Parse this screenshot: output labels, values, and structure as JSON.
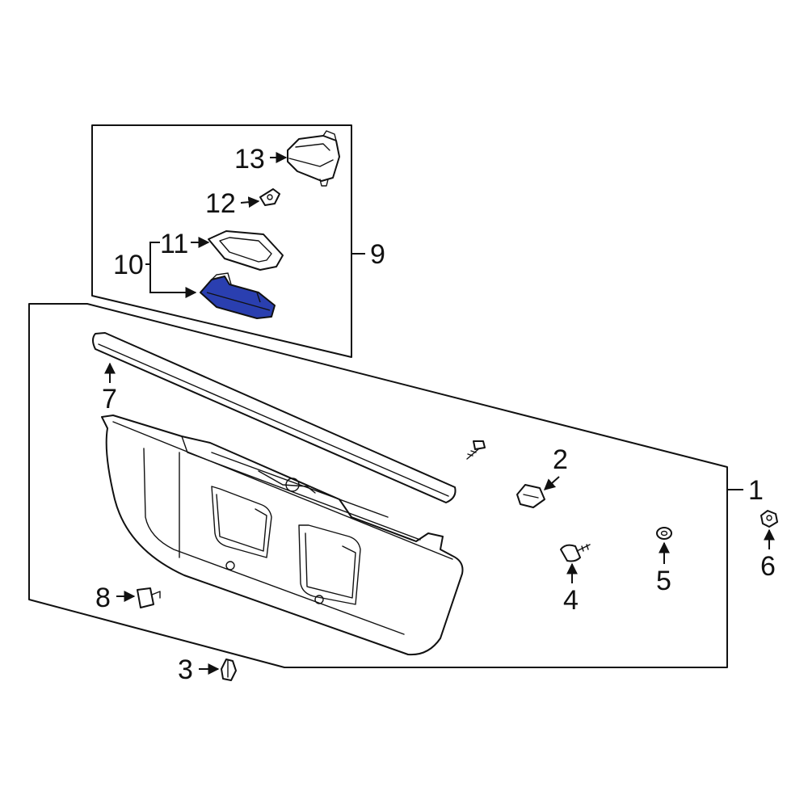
{
  "callouts": {
    "c1": "1",
    "c2": "2",
    "c3": "3",
    "c4": "4",
    "c5": "5",
    "c6": "6",
    "c7": "7",
    "c8": "8",
    "c9": "9",
    "c10": "10",
    "c11": "11",
    "c12": "12",
    "c13": "13"
  },
  "colors": {
    "line": "#111111",
    "background": "#ffffff",
    "highlight": "#2a3fb0"
  },
  "highlighted_part": "10"
}
